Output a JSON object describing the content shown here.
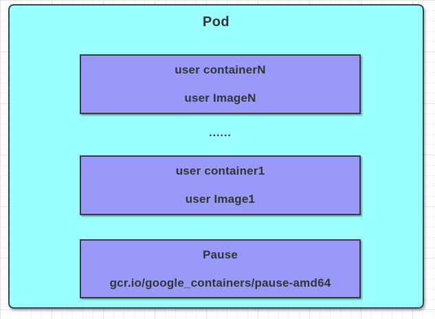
{
  "pod": {
    "title": "Pod",
    "ellipsis": "......",
    "containers": [
      {
        "name": "user containerN",
        "image": "user ImageN"
      },
      {
        "name": "user container1",
        "image": "user Image1"
      },
      {
        "name": "Pause",
        "image": "gcr.io/google_containers/pause-amd64"
      }
    ]
  },
  "colors": {
    "canvas_bg": "#ffffff",
    "grid_minor": "#f2f2f2",
    "grid_major": "#e4e4e4",
    "pod_fill": "#99ffff",
    "pod_border": "#3b4146",
    "container_fill": "#9999fa",
    "container_border": "#393a40",
    "text": "#333333"
  }
}
